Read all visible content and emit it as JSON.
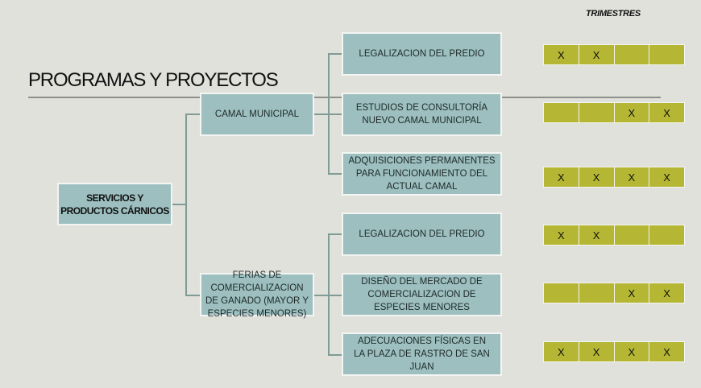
{
  "title": "PROGRAMAS Y PROYECTOS",
  "quarters_header": "TRIMESTRES",
  "root": {
    "label": "SERVICIOS Y PRODUCTOS CÁRNICOS"
  },
  "programs": [
    {
      "label": "CAMAL MUNICIPAL",
      "projects": [
        {
          "label": "LEGALIZACION DEL PREDIO",
          "quarters": [
            "X",
            "X",
            "",
            ""
          ]
        },
        {
          "label": "ESTUDIOS DE CONSULTORÍA NUEVO CAMAL MUNICIPAL",
          "quarters": [
            "",
            "",
            "X",
            "X"
          ]
        },
        {
          "label": "ADQUISICIONES PERMANENTES PARA FUNCIONAMIENTO DEL ACTUAL CAMAL",
          "quarters": [
            "X",
            "X",
            "X",
            "X"
          ]
        }
      ]
    },
    {
      "label": "FERIAS DE COMERCIALIZACION DE GANADO (MAYOR Y ESPECIES MENORES)",
      "projects": [
        {
          "label": "LEGALIZACION DEL PREDIO",
          "quarters": [
            "X",
            "X",
            "",
            ""
          ]
        },
        {
          "label": "DISEÑO DEL MERCADO DE COMERCIALIZACION DE ESPECIES MENORES",
          "quarters": [
            "",
            "",
            "X",
            "X"
          ]
        },
        {
          "label": "ADECUACIONES FÍSICAS EN LA PLAZA DE RASTRO DE SAN JUAN",
          "quarters": [
            "X",
            "X",
            "X",
            "X"
          ]
        }
      ]
    }
  ],
  "colors": {
    "background": "#e1e1dc",
    "box": "#9dbfbf",
    "quarter_cell": "#b5b734",
    "connector": "#7f9b96"
  }
}
